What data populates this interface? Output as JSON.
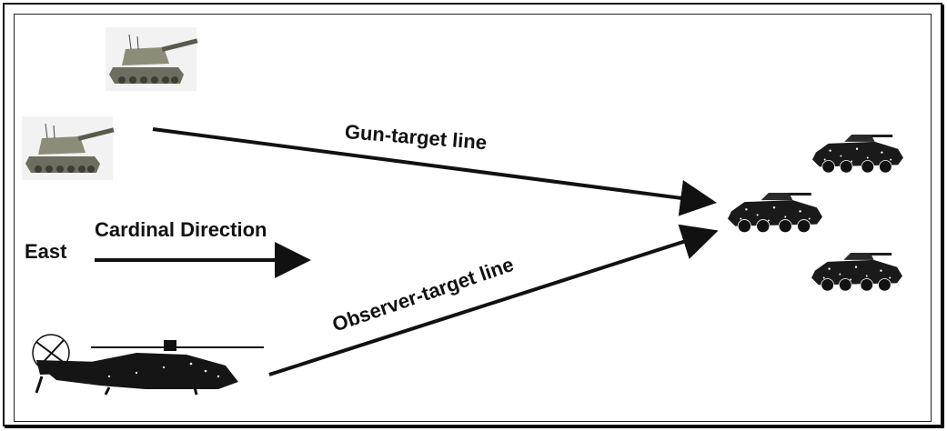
{
  "labels": {
    "gun_target_line": "Gun-target line",
    "observer_target_line": "Observer-target line",
    "east": "East",
    "cardinal_direction": "Cardinal Direction"
  },
  "icons": {
    "howitzers": [
      "self-propelled-howitzer-icon",
      "self-propelled-howitzer-icon"
    ],
    "targets": [
      "armored-vehicle-icon",
      "armored-vehicle-icon",
      "armored-vehicle-icon"
    ],
    "observer": "attack-helicopter-icon"
  },
  "colors": {
    "ink": "#111111",
    "vehicle_gray": "#8a8a7a",
    "background": "#ffffff"
  }
}
